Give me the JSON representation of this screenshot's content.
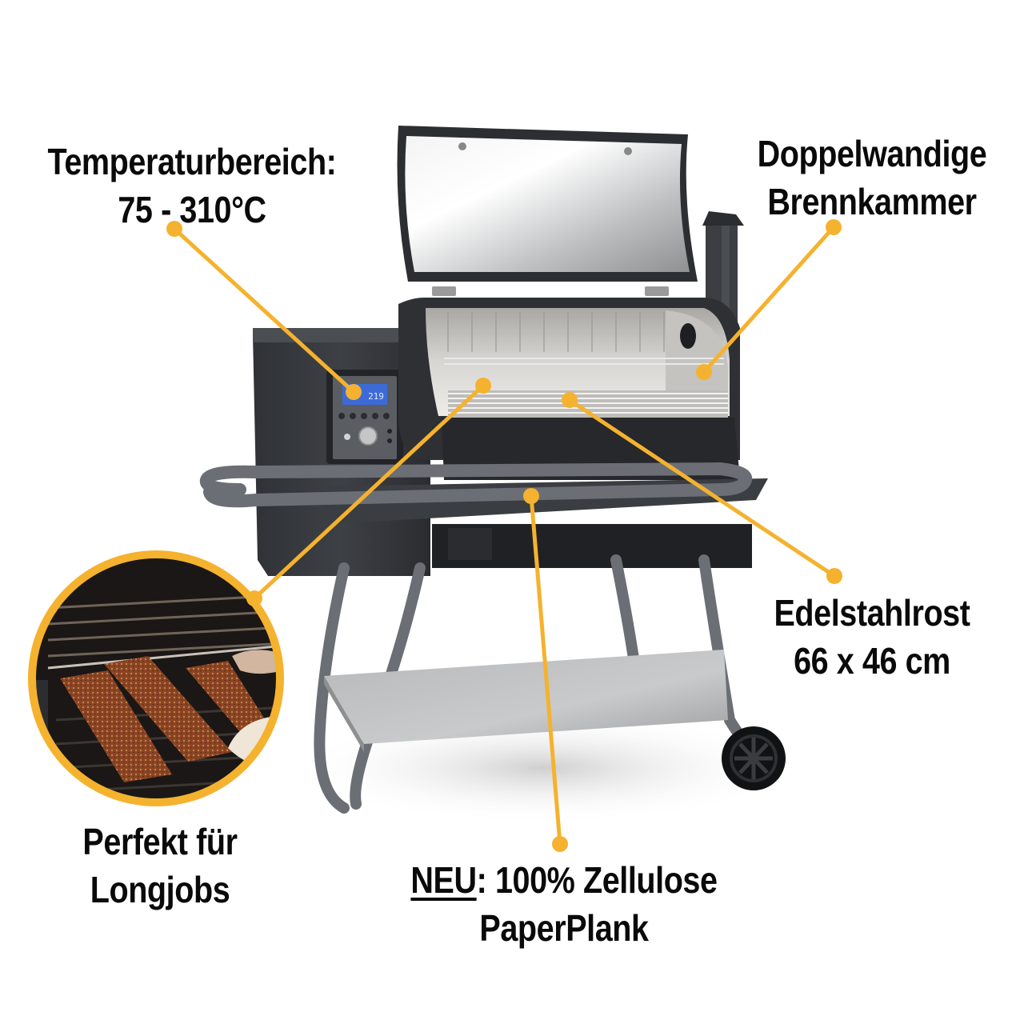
{
  "product": {
    "type": "pellet smoker grill",
    "controller_display": "219",
    "colors": {
      "callout": "#F5B22E",
      "text": "#0A0A0A",
      "body": "#3A3D42",
      "steel": "#C9CBCC",
      "frame": "#6B6F75",
      "display": "#3C6BD8"
    }
  },
  "callouts": {
    "temperature": {
      "line1": "Temperaturbereich:",
      "line2": "75 - 310°C",
      "target": "controller-display"
    },
    "chamber": {
      "line1": "Doppelwandige",
      "line2": "Brennkammer",
      "target": "chamber-side-wall"
    },
    "grate": {
      "line1": "Edelstahlrost",
      "line2": "66 x 46 cm",
      "target": "cooking-grate"
    },
    "longjobs": {
      "line1": "Perfekt für",
      "line2": "Longjobs",
      "target": "ribs-inset-photo"
    },
    "paperplank": {
      "prefix": "NEU",
      "line1_rest": ": 100% Zellulose",
      "line2": "PaperPlank",
      "target": "front-shelf"
    }
  },
  "inset": {
    "description": "ribs on grill grate",
    "rib_count": 3
  }
}
